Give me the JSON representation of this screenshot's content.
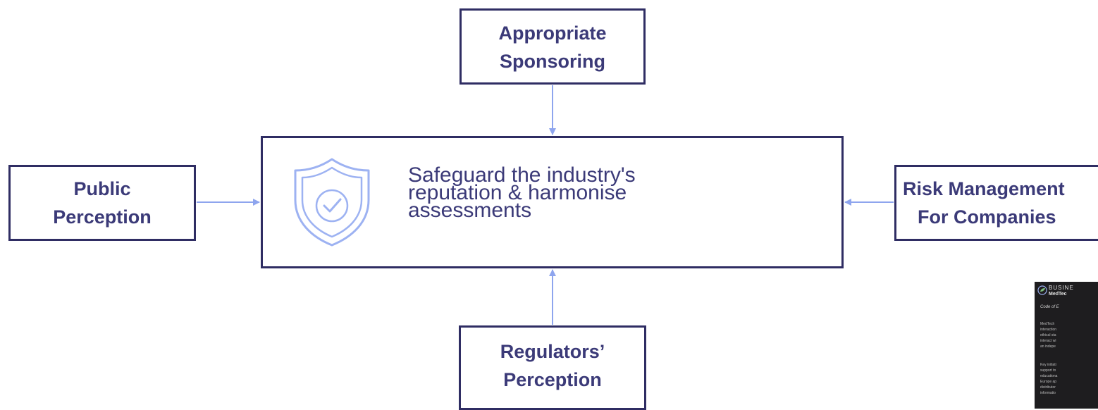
{
  "diagram": {
    "center": {
      "lines": [
        "Safeguard the industry's",
        "reputation & harmonise",
        "assessments"
      ]
    },
    "top": {
      "lines": [
        "Appropriate",
        "Sponsoring"
      ]
    },
    "left": {
      "lines": [
        "Public",
        "Perception"
      ]
    },
    "right": {
      "lines": [
        "Risk Management",
        "For Companies"
      ]
    },
    "bottom": {
      "lines": [
        "Regulators’",
        "Perception"
      ]
    }
  },
  "colors": {
    "box_border": "#2f2d63",
    "label_text": "#3b3a78",
    "arrow": "#8ea5ee",
    "shield_icon": "#9db2f2",
    "thumbnail_bg": "#1e1d1f"
  },
  "icons": {
    "center_icon": "shield-check-icon"
  },
  "thumbnail": {
    "header_lines": [
      "BUSINE",
      "MedTec"
    ],
    "italic_line": "Code of E",
    "paragraph1": [
      "MedTech",
      "interaction",
      "ethical sta",
      "interact wi",
      "an indepe"
    ],
    "paragraph2": [
      "Key initiati",
      "support to",
      "educationa",
      "Europe ap",
      "distributor",
      "informatio"
    ]
  }
}
